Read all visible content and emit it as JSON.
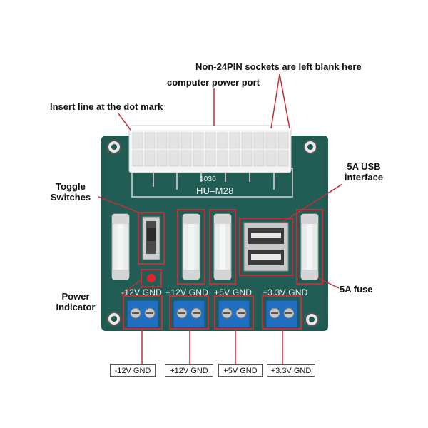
{
  "callouts": {
    "non_24pin": "Non-24PIN sockets are left blank here",
    "power_port": "computer power port",
    "insert_line": "Insert line at the dot mark",
    "toggle_line1": "Toggle",
    "toggle_line2": "Switches",
    "usb_line1": "5A USB",
    "usb_line2": "interface",
    "fuse": "5A fuse",
    "indicator_line1": "Power",
    "indicator_line2": "Indicator"
  },
  "board": {
    "model": "HU–M28",
    "code": "1030",
    "rail_labels": [
      "-12V GND",
      "+12V GND",
      "+5V GND",
      "+3.3V GND"
    ]
  },
  "terminals": [
    "-12V GND",
    "+12V GND",
    "+5V GND",
    "+3.3V GND"
  ],
  "colors": {
    "pcb": "#1f5a52",
    "outline": "#c0303a",
    "terminal": "#1f6fc2"
  }
}
